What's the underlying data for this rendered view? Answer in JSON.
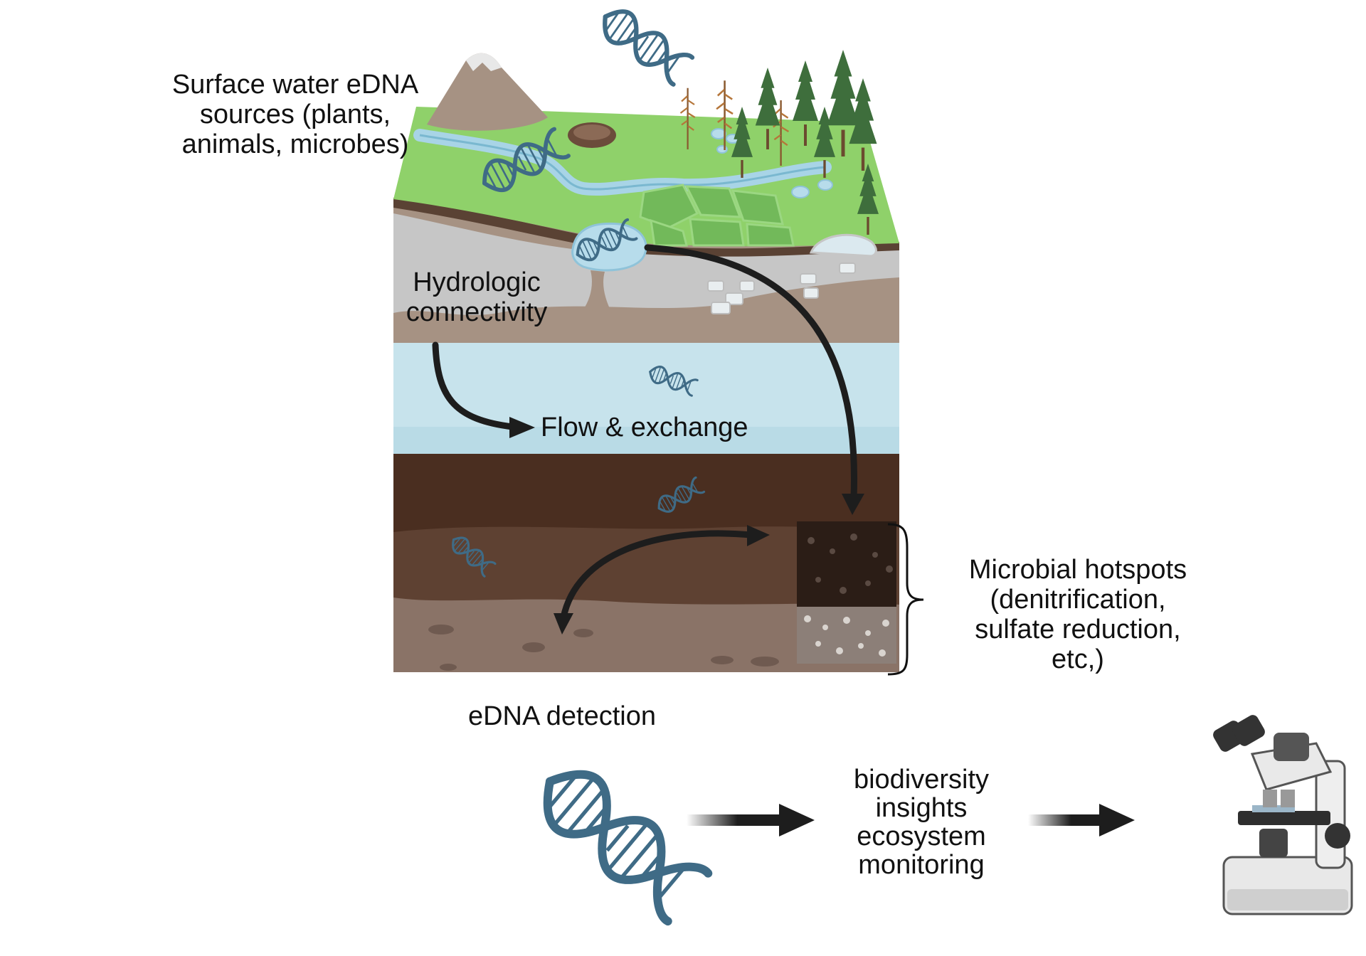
{
  "labels": {
    "surface_sources": [
      "Surface water eDNA",
      "sources (plants,",
      "animals, microbes)"
    ],
    "hydrologic": [
      "Hydrologic",
      "connectivity"
    ],
    "flow": "Flow & exchange",
    "microbial": [
      "Microbial hotspots",
      "(denitrification,",
      "sulfate reduction,",
      "etc,)"
    ],
    "edna_detection": "eDNA detection",
    "biodiversity": [
      "biodiversity",
      "insights",
      "ecosystem",
      "monitoring"
    ]
  },
  "icons": {
    "dna": "dna-helix-icon",
    "microscope": "microscope-icon",
    "tree": "conifer-tree-icon",
    "mountain": "mountain-icon"
  },
  "colors": {
    "grass": "#8fd16a",
    "grass_dark": "#6fb94e",
    "river": "#a8d4e6",
    "soil_light": "#a69283",
    "soil_grey": "#c6c6c6",
    "water_layer": "#c7e3ec",
    "soil_dark": "#4a2e20",
    "soil_mid": "#5e4132",
    "soil_bottom": "#8a7367",
    "dna": "#3f6b86",
    "arrow": "#1d1d1d",
    "tree": "#3e6e3c"
  }
}
